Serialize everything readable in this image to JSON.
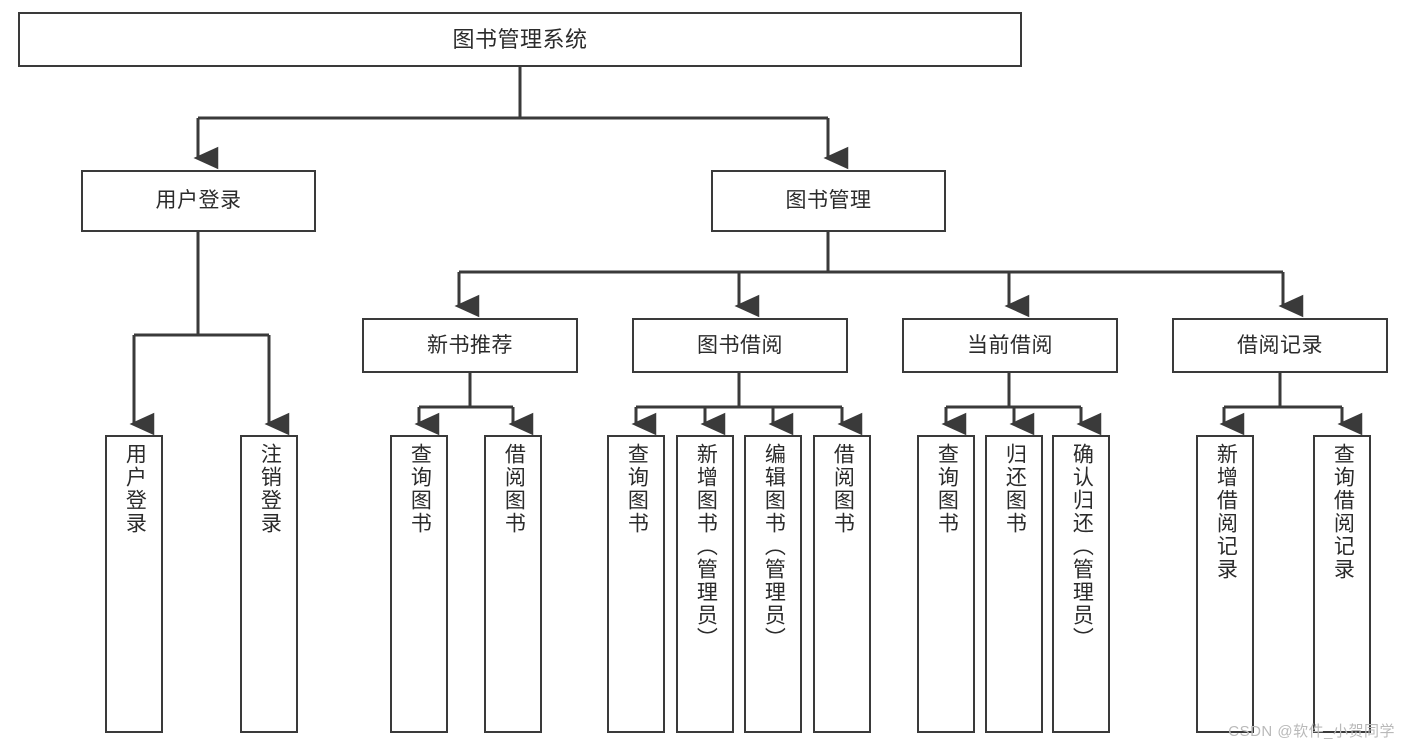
{
  "diagram": {
    "title": "图书管理系统",
    "type": "tree-hierarchy",
    "watermark": "CSDN @软件_小贺同学",
    "colors": {
      "background": "#ffffff",
      "box_border": "#3a3a3a",
      "connector": "#3a3a3a",
      "text": "#2b2b2b",
      "watermark": "#b9b9b9"
    }
  },
  "root": {
    "label": "图书管理系统"
  },
  "level2": [
    {
      "label": "用户登录"
    },
    {
      "label": "图书管理"
    }
  ],
  "level3": [
    {
      "label": "新书推荐"
    },
    {
      "label": "图书借阅"
    },
    {
      "label": "当前借阅"
    },
    {
      "label": "借阅记录"
    }
  ],
  "leaves": {
    "user_login": [
      {
        "label": "用户登录"
      },
      {
        "label": "注销登录"
      }
    ],
    "new_book_recommend": [
      {
        "label": "查询图书"
      },
      {
        "label": "借阅图书"
      }
    ],
    "book_borrow": [
      {
        "label": "查询图书"
      },
      {
        "label": "新增图书（管理员）"
      },
      {
        "label": "编辑图书（管理员）"
      },
      {
        "label": "借阅图书"
      }
    ],
    "current_borrow": [
      {
        "label": "查询图书"
      },
      {
        "label": "归还图书"
      },
      {
        "label": "确认归还（管理员）"
      }
    ],
    "borrow_record": [
      {
        "label": "新增借阅记录"
      },
      {
        "label": "查询借阅记录"
      }
    ]
  }
}
